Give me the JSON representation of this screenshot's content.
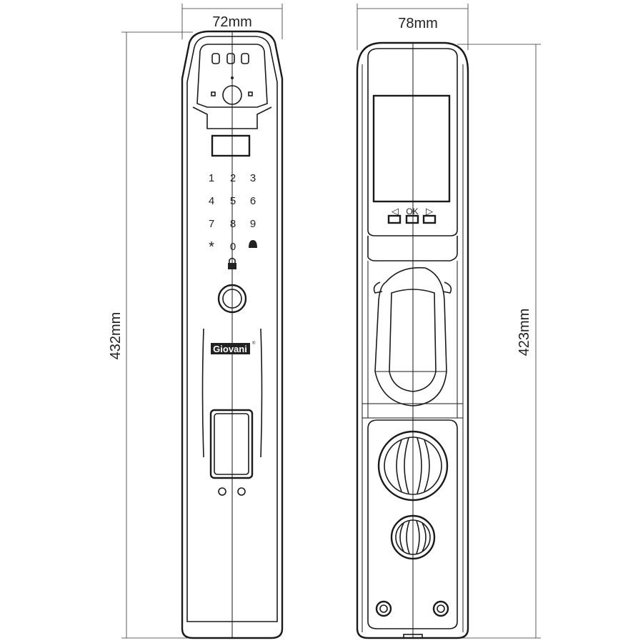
{
  "dimensions": {
    "front_width": "72mm",
    "front_height": "432mm",
    "back_width": "78mm",
    "back_height": "423mm"
  },
  "front": {
    "keypad": [
      "1",
      "2",
      "3",
      "4",
      "5",
      "6",
      "7",
      "8",
      "9",
      "*",
      "0"
    ],
    "bell_icon": "bell-icon",
    "lock_icon": "lock-icon",
    "brand": "Giovani",
    "registered": "®"
  },
  "back": {
    "screen_buttons": [
      "◁",
      "OK",
      "▷"
    ]
  }
}
